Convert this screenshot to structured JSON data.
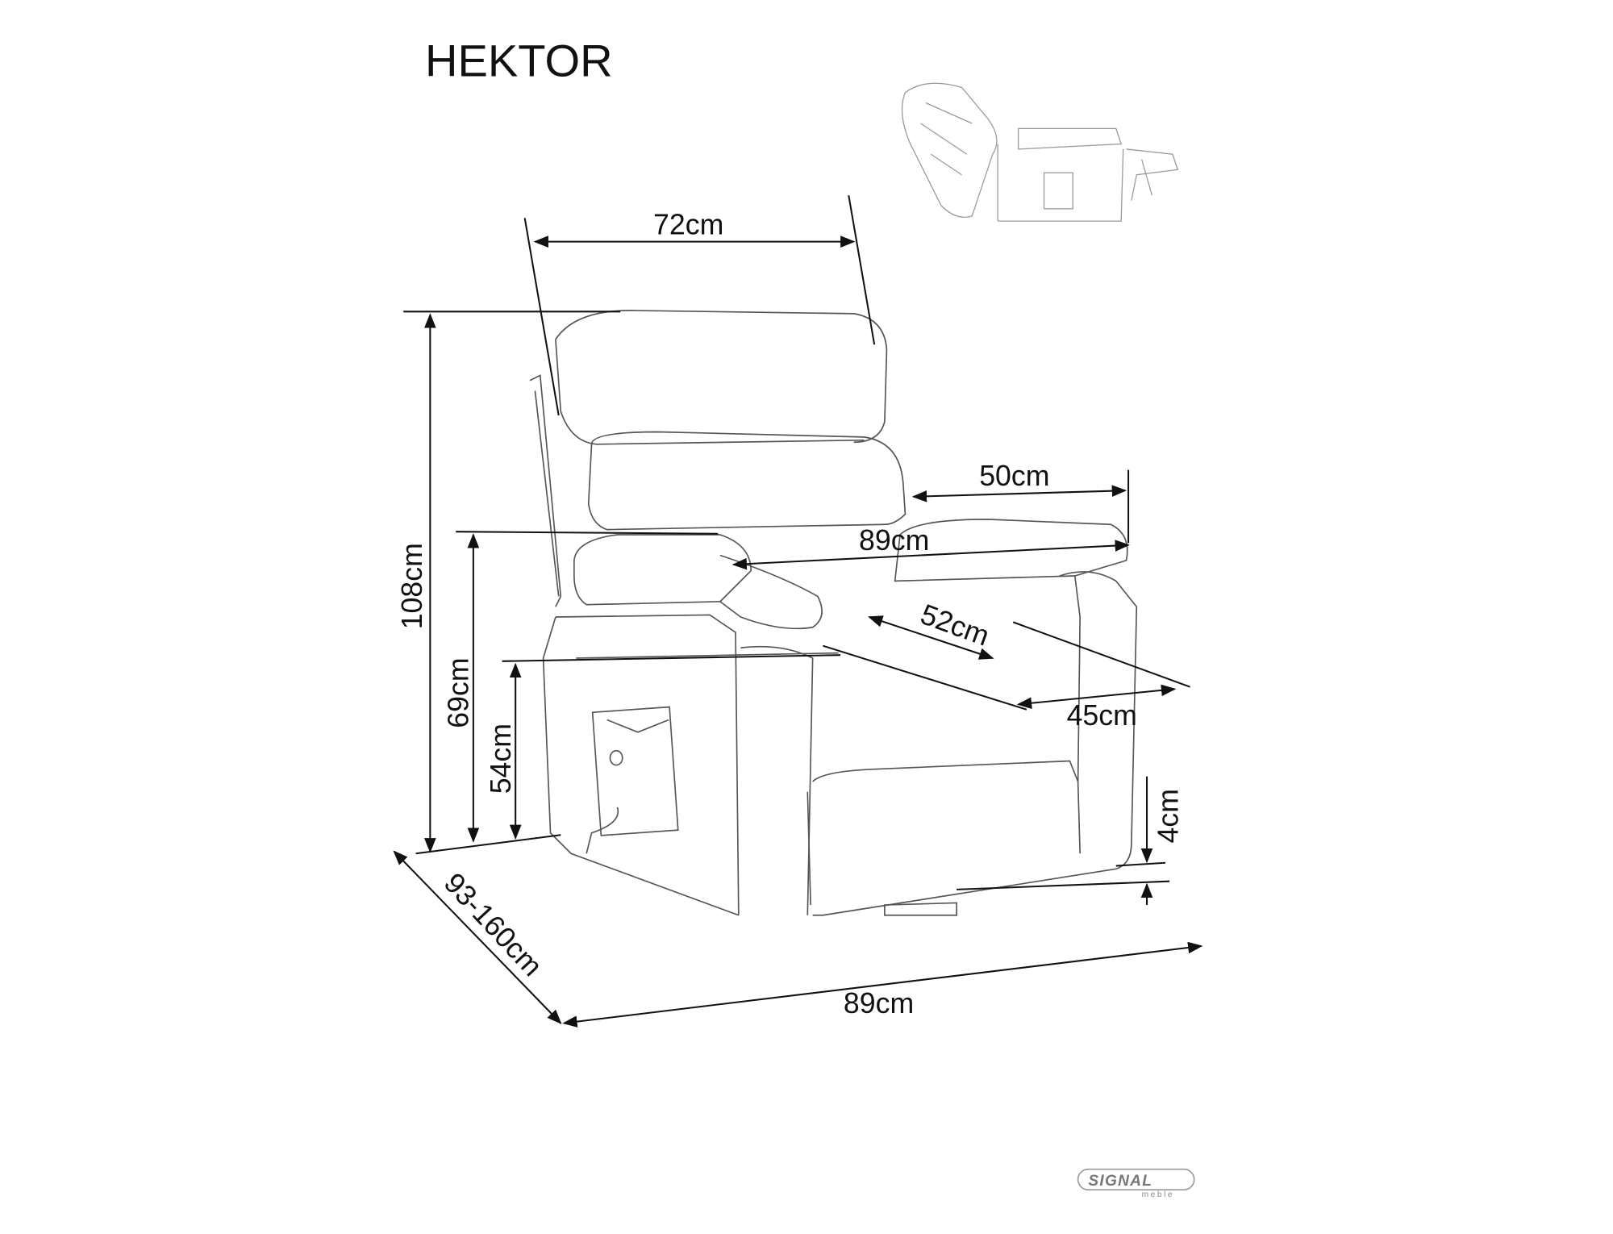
{
  "title": "HEKTOR",
  "dimensions": {
    "top_width": "72cm",
    "total_height": "108cm",
    "armrest_height": "69cm",
    "seat_height": "54cm",
    "backrest_width": "50cm",
    "armrest_width": "89cm",
    "seat_depth": "52cm",
    "seat_width": "45cm",
    "leg_height": "4cm",
    "depth": "93-160cm",
    "width": "89cm"
  },
  "logo": {
    "brand": "SIGNAL",
    "sub": "meble"
  }
}
